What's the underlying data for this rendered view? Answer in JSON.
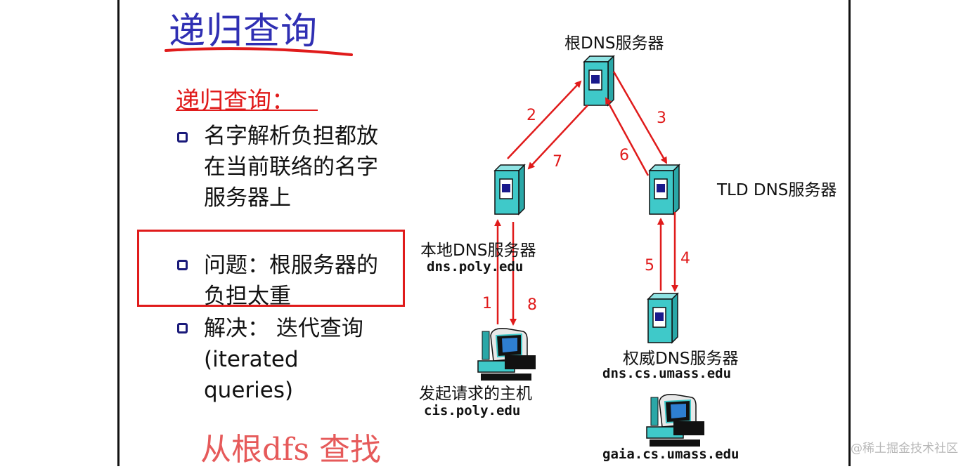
{
  "title": "递归查询",
  "subtitle": "递归查询：",
  "bullets": [
    {
      "text": "名字解析负担都放在当前联络的名字服务器上"
    },
    {
      "text": "问题：根服务器的负担太重"
    },
    {
      "text": "解决： 迭代查询 (iterated queries)"
    }
  ],
  "handwritten_note": "从根dfs 查找",
  "servers": {
    "root": {
      "label": "根DNS服务器"
    },
    "tld": {
      "label": "TLD DNS服务器"
    },
    "local": {
      "label": "本地DNS服务器",
      "host": "dns.poly.edu"
    },
    "authoritative": {
      "label": "权威DNS服务器",
      "host": "dns.cs.umass.edu"
    }
  },
  "hosts": {
    "requesting": {
      "label": "发起请求的主机",
      "host": "cis.poly.edu"
    },
    "target": {
      "host": "gaia.cs.umass.edu"
    }
  },
  "steps": [
    "1",
    "2",
    "3",
    "4",
    "5",
    "6",
    "7",
    "8"
  ],
  "watermark": "@稀土掘金技术社区",
  "colors": {
    "title": "#2f2fb3",
    "accent_red": "#e01b1b",
    "server_teal": "#3fc9c9"
  }
}
